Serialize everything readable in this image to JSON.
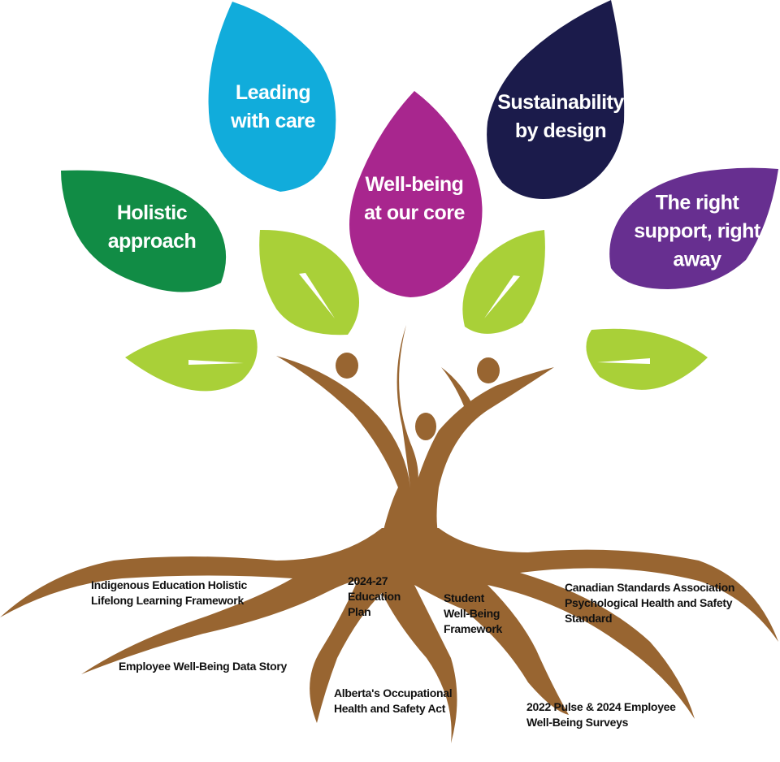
{
  "colors": {
    "green_dark": "#118c45",
    "cyan": "#11acdb",
    "magenta": "#a8268e",
    "navy": "#1b1b4b",
    "purple": "#672f90",
    "lime": "#a9d038",
    "brown": "#986531"
  },
  "leaves": {
    "holistic": {
      "line1": "Holistic",
      "line2": "approach"
    },
    "leading": {
      "line1": "Leading",
      "line2": "with care"
    },
    "wellbeing": {
      "line1": "Well-being",
      "line2": "at our core"
    },
    "sustainability": {
      "line1": "Sustainability",
      "line2": "by design"
    },
    "support": {
      "line1": "The right",
      "line2": "support, right",
      "line3": "away"
    }
  },
  "roots": {
    "indigenous": {
      "line1": "Indigenous Education Holistic",
      "line2": "Lifelong Learning Framework"
    },
    "employee_story": {
      "line1": "Employee Well-Being  Data Story"
    },
    "education_plan": {
      "line1": "2024-27",
      "line2": "Education",
      "line3": "Plan"
    },
    "student": {
      "line1": "Student",
      "line2": "Well-Being",
      "line3": "Framework"
    },
    "csa": {
      "line1": "Canadian Standards Association",
      "line2": "Psychological Health and Safety",
      "line3": "Standard"
    },
    "alberta": {
      "line1": "Alberta's Occupational",
      "line2": "Health and Safety Act"
    },
    "surveys": {
      "line1": "2022 Pulse & 2024 Employee",
      "line2": "Well-Being Surveys"
    }
  }
}
